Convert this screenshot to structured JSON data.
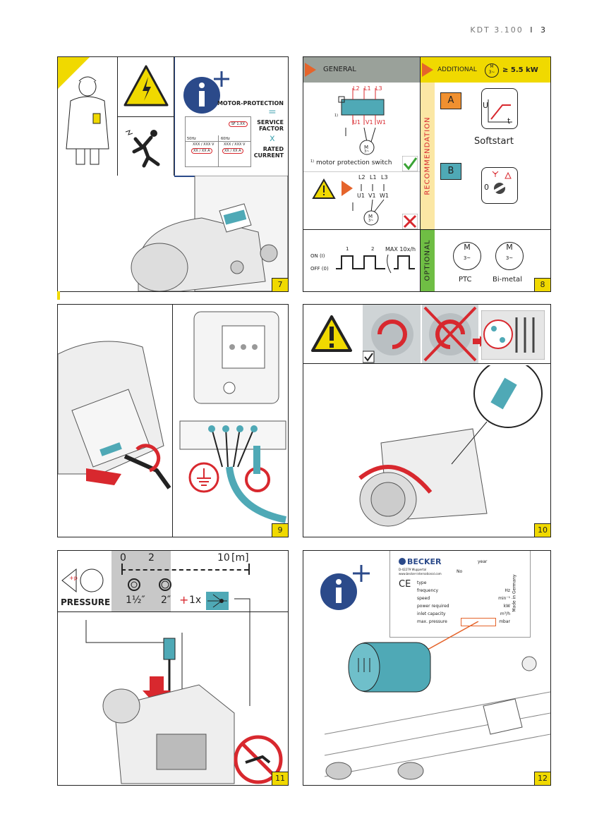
{
  "header": {
    "doc": "KDT 3.100",
    "sep": "I",
    "page": "3"
  },
  "p7": {
    "num": "7",
    "motor_protection": "MOTOR-PROTECTION",
    "equals": "=",
    "service_factor": "SERVICE FACTOR",
    "times": "x",
    "rated_current": "RATED CURRENT",
    "plate_sf": "SF 1.XX",
    "plate_50": "50Hz",
    "plate_60": "60Hz",
    "plate_v50": "XXX / XXX V",
    "plate_v60": "XXX / XXX V",
    "plate_a50": "XX / XX A",
    "plate_a60": "XX / XX A"
  },
  "p8": {
    "num": "8",
    "general": "GENERAL",
    "additional": "ADDITIONAL",
    "kw": "≥ 5.5 kW",
    "recommendation": "RECOMMENDATION",
    "optional": "OPTIONAL",
    "a": "A",
    "b": "B",
    "softstart": "Softstart",
    "u": "U",
    "t": "t",
    "zero": "0",
    "footnote_mark": "1)",
    "footnote": "motor protection switch",
    "l2": "L2",
    "l1": "L1",
    "l3": "L3",
    "u1": "U1",
    "v1": "V1",
    "w1": "W1",
    "m": "M",
    "m3": "3~",
    "on": "ON (I)",
    "off": "OFF (0)",
    "pulse1": "1",
    "pulse2": "2",
    "max": "MAX 10x/h",
    "ptc": "PTC",
    "bimetal": "Bi-metal"
  },
  "p9": {
    "num": "9"
  },
  "p10": {
    "num": "10"
  },
  "p11": {
    "num": "11",
    "s0": "0",
    "s2": "2",
    "s10": "10",
    "unit": "[m]",
    "pressure": "PRESSURE",
    "p": "+p",
    "d1": "1½″",
    "d2": "2″",
    "plus": "+",
    "qty": "1x"
  },
  "p12": {
    "num": "12",
    "brand": "BECKER",
    "addr1": "D-42279 Wuppertal",
    "addr2": "www.becker-international.com",
    "year": "year",
    "no": "No",
    "ce": "CE",
    "made": "Made in Germany",
    "rows": [
      {
        "label": "type",
        "unit": ""
      },
      {
        "label": "frequency",
        "unit": "Hz"
      },
      {
        "label": "speed",
        "unit": "min⁻¹"
      },
      {
        "label": "power required",
        "unit": "kW"
      },
      {
        "label": "inlet capacity",
        "unit": "m³/h"
      },
      {
        "label": "max. pressure",
        "unit": "mbar"
      }
    ]
  },
  "colors": {
    "yellow": "#f0d900",
    "teal": "#4fa9b6",
    "red": "#d8282e",
    "orange": "#e5642b",
    "green": "#3aa335"
  }
}
